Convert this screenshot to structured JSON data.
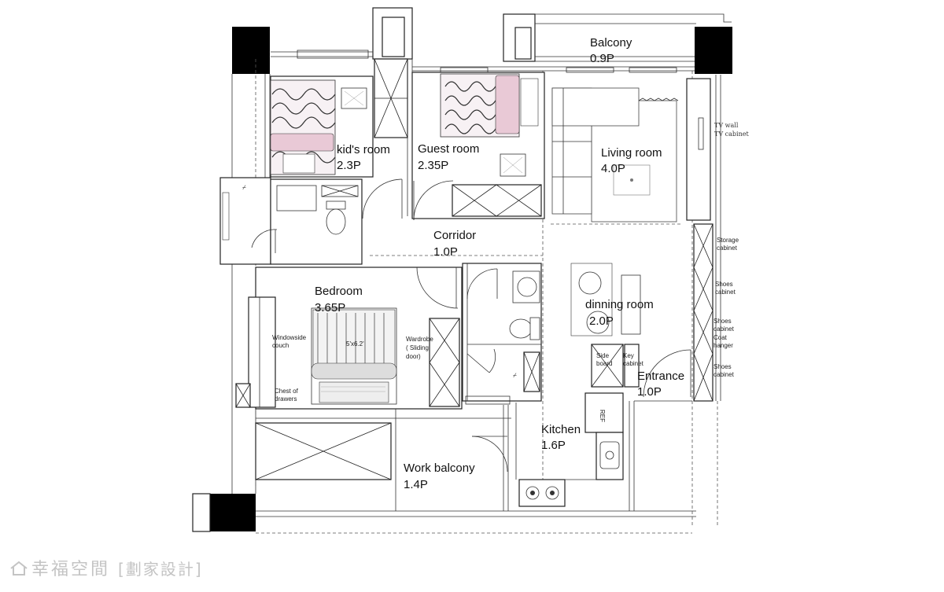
{
  "rooms": {
    "balcony": {
      "name": "Balcony",
      "area": "0.9P"
    },
    "kids_room": {
      "name": "kid's room",
      "area": "2.3P"
    },
    "guest_room": {
      "name": "Guest room",
      "area": "2.35P"
    },
    "living_room": {
      "name": "Living room",
      "area": "4.0P"
    },
    "corridor": {
      "name": "Corridor",
      "area": "1.0P"
    },
    "bedroom": {
      "name": "Bedroom",
      "area": "3.65P"
    },
    "dinning_room": {
      "name": "dinning room",
      "area": "2.0P"
    },
    "entrance": {
      "name": "Entrance",
      "area": "1.0P"
    },
    "kitchen": {
      "name": "Kitchen",
      "area": "1.6P"
    },
    "work_balcony": {
      "name": "Work balcony",
      "area": "1.4P"
    }
  },
  "annotations": {
    "tv_wall": "TV wall",
    "tv_cabinet": "TV cabinet",
    "storage_cabinet_1": "Storage",
    "storage_cabinet_2": "cabinet",
    "shoes_cabinet_a1": "Shoes",
    "shoes_cabinet_a2": "cabinet",
    "shoes_cabinet_b1": "Shoes",
    "shoes_cabinet_b2": "cabinet",
    "coat_hanger_1": "Coat",
    "coat_hanger_2": "hanger",
    "shoes_cabinet_c1": "Shoes",
    "shoes_cabinet_c2": "cabinet",
    "side_board_1": "Side",
    "side_board_2": "board",
    "key_cabinet_1": "Key",
    "key_cabinet_2": "cabinet",
    "ref": "REF",
    "windowside_couch_1": "Windowside",
    "windowside_couch_2": "couch",
    "wardrobe_1": "Wardrobe",
    "wardrobe_2": "( Sliding",
    "wardrobe_3": "door)",
    "chest_1": "Chest of",
    "chest_2": "drawers",
    "bed_size": "5'x6.2'"
  },
  "watermark": {
    "brand": "幸福空間",
    "designer": "[劃家設計]"
  },
  "icons": [
    "house-icon",
    "door-swing-icon",
    "bed-icon",
    "toilet-icon",
    "sink-icon",
    "stove-icon",
    "chair-icon",
    "table-icon"
  ]
}
